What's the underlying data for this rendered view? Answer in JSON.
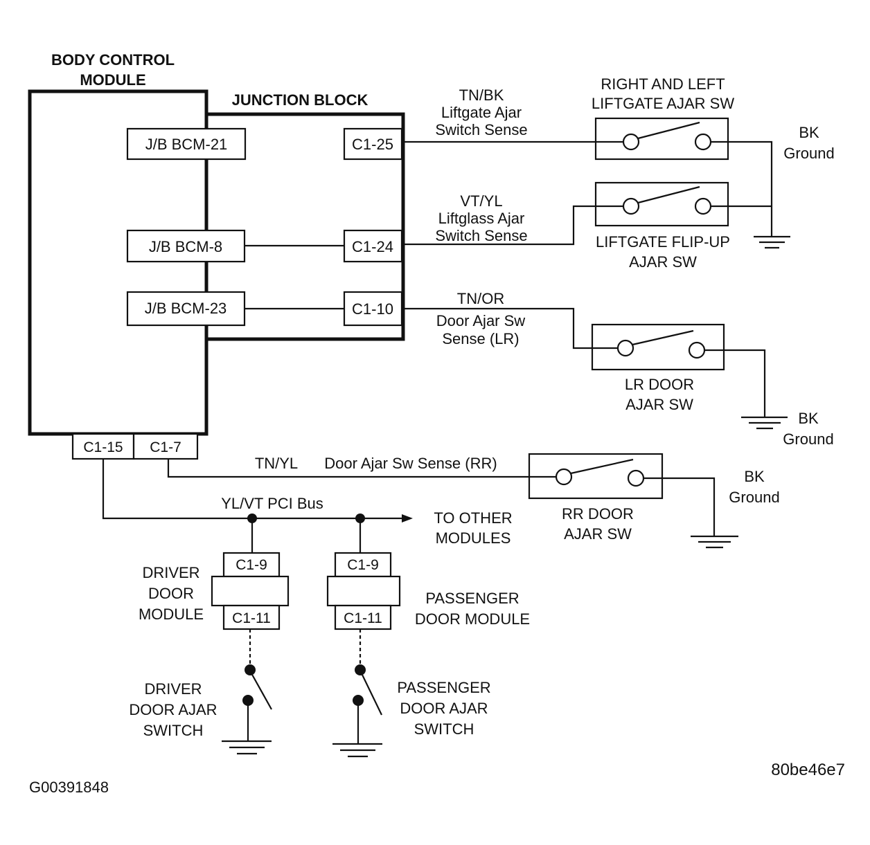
{
  "bcm": {
    "title_line1": "BODY CONTROL",
    "title_line2": "MODULE"
  },
  "junction_block": {
    "title": "JUNCTION BLOCK"
  },
  "bcm_connectors": {
    "c21": "J/B BCM-21",
    "c8": "J/B BCM-8",
    "c23": "J/B BCM-23"
  },
  "jb_connectors": {
    "c25": "C1-25",
    "c24": "C1-24",
    "c10": "C1-10"
  },
  "bcm_bottom": {
    "c15": "C1-15",
    "c7": "C1-7"
  },
  "liftgate_wire": {
    "color": "TN/BK",
    "line2": "Liftgate Ajar",
    "line3": "Switch Sense"
  },
  "liftglass_wire": {
    "color": "VT/YL",
    "line2": "Liftglass Ajar",
    "line3": "Switch Sense"
  },
  "lr_wire": {
    "color": "TN/OR",
    "line2": "Door Ajar Sw",
    "line3": "Sense (LR)"
  },
  "rr_wire": {
    "color": "TN/YL",
    "desc": "Door Ajar Sw Sense (RR)"
  },
  "pci_bus": {
    "label": "YL/VT PCI Bus",
    "to_line1": "TO OTHER",
    "to_line2": "MODULES"
  },
  "liftgate_switch": {
    "line1": "RIGHT AND LEFT",
    "line2": "LIFTGATE AJAR SW"
  },
  "flipup_switch": {
    "line1": "LIFTGATE FLIP-UP",
    "line2": "AJAR SW"
  },
  "lr_switch": {
    "line1": "LR DOOR",
    "line2": "AJAR SW"
  },
  "rr_switch": {
    "line1": "RR DOOR",
    "line2": "AJAR SW"
  },
  "ground_top": {
    "line1": "BK",
    "line2": "Ground"
  },
  "ground_lr": {
    "line1": "BK",
    "line2": "Ground"
  },
  "ground_rr": {
    "line1": "BK",
    "line2": "Ground"
  },
  "driver_module": {
    "line1": "DRIVER",
    "line2": "DOOR",
    "line3": "MODULE",
    "top_pin": "C1-9",
    "bottom_pin": "C1-11"
  },
  "passenger_module": {
    "line1": "PASSENGER",
    "line2": "DOOR MODULE",
    "top_pin": "C1-9",
    "bottom_pin": "C1-11"
  },
  "driver_switch": {
    "line1": "DRIVER",
    "line2": "DOOR AJAR",
    "line3": "SWITCH"
  },
  "passenger_switch": {
    "line1": "PASSENGER",
    "line2": "DOOR AJAR",
    "line3": "SWITCH"
  },
  "figure_id": "G00391848",
  "image_code": "80be46e7",
  "colors": {
    "ink": "#111111",
    "paper": "#ffffff"
  }
}
